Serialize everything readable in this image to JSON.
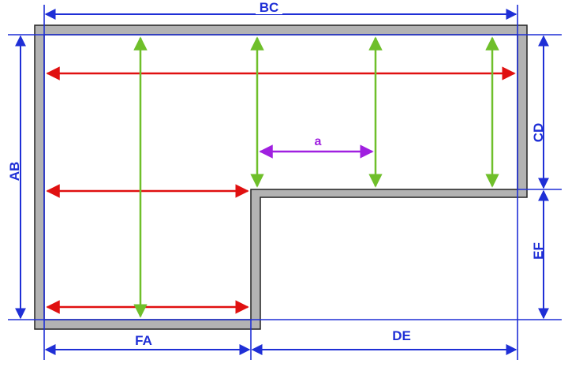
{
  "labels": {
    "bc": "BC",
    "ab": "AB",
    "cd": "CD",
    "ef": "EF",
    "fa": "FA",
    "de": "DE",
    "a": "a"
  },
  "colors": {
    "wall_fill": "#b3b3b3",
    "wall_stroke": "#222222",
    "dimension_blue": "#1f2fd6",
    "measure_red": "#e01010",
    "measure_green": "#6fbf2a",
    "measure_purple": "#a020e0"
  }
}
